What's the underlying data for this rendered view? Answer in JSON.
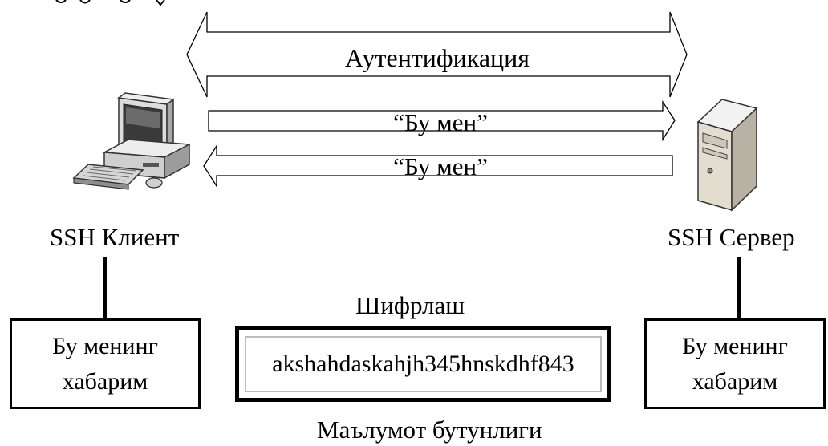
{
  "top_partial_text": "...",
  "arrows": {
    "auth_label": "Аутентификация",
    "forward_label": "“Бу мен”",
    "back_label": "“Бу мен”"
  },
  "client": {
    "label": "SSH Клиент",
    "icon": "desktop-computer-icon"
  },
  "server": {
    "label": "SSH Сервер",
    "icon": "server-tower-icon"
  },
  "client_box": {
    "line1": "Бу менинг",
    "line2": "хабарим"
  },
  "server_box": {
    "line1": "Бу менинг",
    "line2": "хабарим"
  },
  "encryption_label": "Шифрлаш",
  "cipher_text": "akshahdaskahjh345hnskdhf843",
  "integrity_label": "Маълумот бутунлиги"
}
